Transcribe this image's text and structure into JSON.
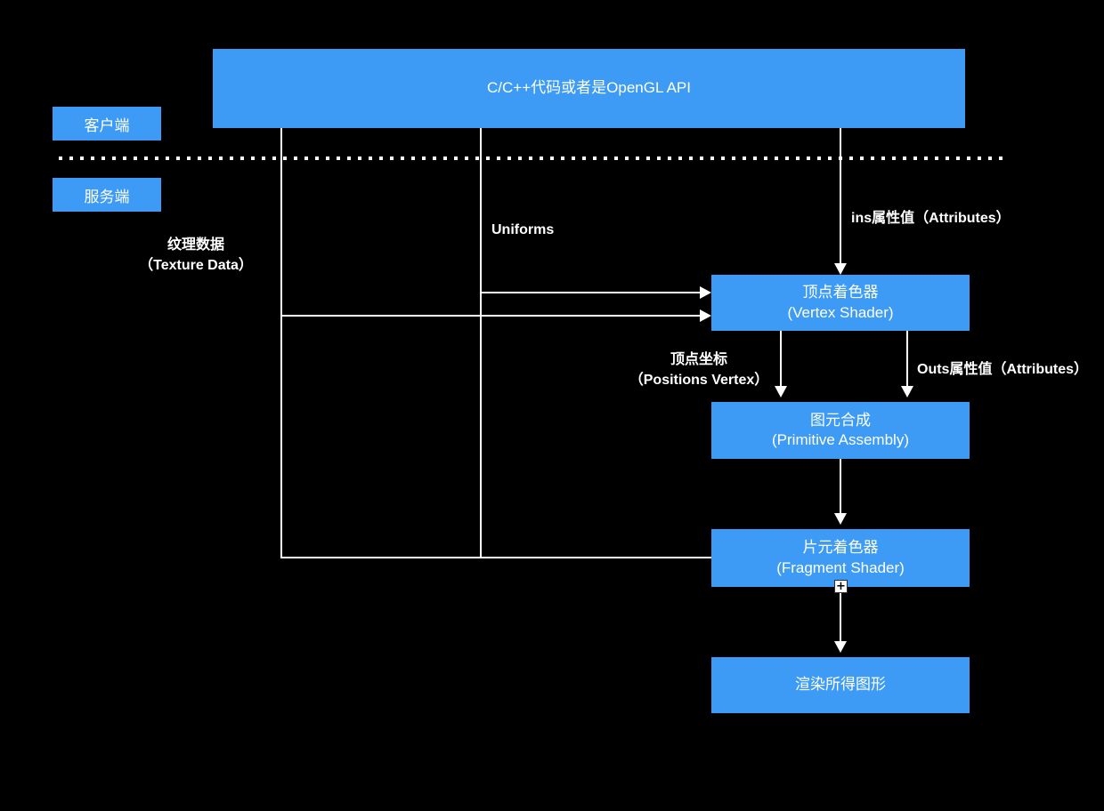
{
  "diagram": {
    "title_box": {
      "label": "C/C++代码或者是OpenGL API"
    },
    "side_tags": [
      {
        "name": "client",
        "label": "客户端"
      },
      {
        "name": "server",
        "label": "服务端"
      }
    ],
    "stages": [
      {
        "name": "vertex-shader",
        "cn": "顶点着色器",
        "en": "(Vertex Shader)"
      },
      {
        "name": "primitive-assembly",
        "cn": "图元合成",
        "en": "(Primitive Assembly)"
      },
      {
        "name": "fragment-shader",
        "cn": "片元着色器",
        "en": "(Fragment Shader)"
      },
      {
        "name": "rendered-output",
        "cn": "渲染所得图形",
        "en": ""
      }
    ],
    "edge_labels": {
      "texture_cn": "纹理数据",
      "texture_en": "（Texture Data）",
      "uniforms": "Uniforms",
      "ins_attributes": "ins属性值（Attributes）",
      "positions_cn": "顶点坐标",
      "positions_en": "（Positions Vertex）",
      "outs_attributes": "Outs属性值（Attributes）"
    },
    "cursor": {
      "glyph": "+"
    },
    "colors": {
      "background": "#000000",
      "box_fill": "#3d9bf5",
      "line": "#ffffff",
      "text": "#ffffff"
    }
  }
}
